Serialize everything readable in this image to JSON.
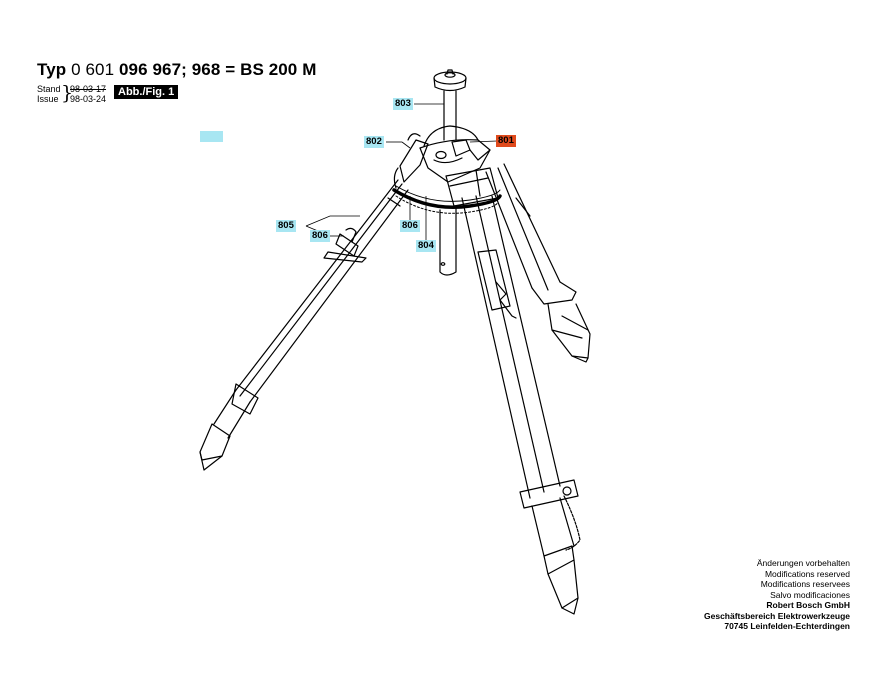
{
  "header": {
    "title_prefix": "Typ",
    "title_num_light": "0 601",
    "title_num_bold": "096 967; 968",
    "title_equals": "=",
    "model": "BS 200 M",
    "stand_label": "Stand",
    "issue_label": "Issue",
    "stand_value": "98-03-17",
    "issue_value": "98-03-24",
    "figure_badge": "Abb./Fig. 1"
  },
  "callouts": {
    "c803": "803",
    "c802": "802",
    "c801": "801",
    "c805": "805",
    "c806a": "806",
    "c806b": "806",
    "c804": "804"
  },
  "colors": {
    "callout_bg": "#a8e6f2",
    "callout_highlight": "#e04a1c"
  },
  "footer": {
    "line1": "Änderungen vorbehalten",
    "line2": "Modifications reserved",
    "line3": "Modifications reservees",
    "line4": "Salvo modificaciones",
    "line5": "Robert Bosch GmbH",
    "line6": "Geschäftsbereich Elektrowerkzeuge",
    "line7": "70745 Leinfelden-Echterdingen"
  }
}
